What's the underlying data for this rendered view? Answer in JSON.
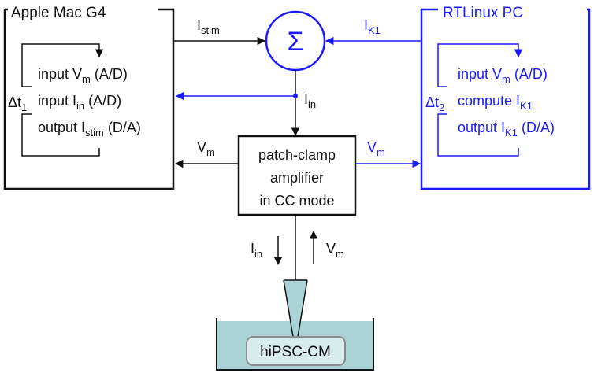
{
  "colors": {
    "black": "#111111",
    "blue": "#1a1aff",
    "bath_fill": "#a9d3d6",
    "cell_border": "#8a8a8a"
  },
  "mac": {
    "title": "Apple Mac G4",
    "loop_label": "Δt",
    "loop_sub": "1",
    "line1": {
      "text": "input V",
      "sub": "m",
      "suffix": " (A/D)"
    },
    "line2": {
      "text": "input I",
      "sub": "in",
      "suffix": " (A/D)"
    },
    "line3": {
      "text": "output I",
      "sub": "stim",
      "suffix": " (D/A)"
    }
  },
  "rt": {
    "title": "RTLinux PC",
    "loop_label": "Δt",
    "loop_sub": "2",
    "line1": {
      "text": "input V",
      "sub": "m",
      "suffix": " (A/D)"
    },
    "line2": {
      "text": "compute I",
      "sub": "K1",
      "suffix": ""
    },
    "line3": {
      "text": "output I",
      "sub": "K1",
      "suffix": " (D/A)"
    }
  },
  "sum_symbol": "Σ",
  "labels": {
    "istim": {
      "main": "I",
      "sub": "stim"
    },
    "ik1": {
      "main": "I",
      "sub": "K1"
    },
    "iin_top": {
      "main": "I",
      "sub": "in"
    },
    "vm_left": {
      "main": "V",
      "sub": "m"
    },
    "vm_right": {
      "main": "V",
      "sub": "m"
    },
    "iin_bottom": {
      "main": "I",
      "sub": "in"
    },
    "vm_bottom": {
      "main": "V",
      "sub": "m"
    }
  },
  "amplifier": {
    "line1": "patch-clamp",
    "line2": "amplifier",
    "line3": "in CC mode"
  },
  "cell": "hiPSC-CM"
}
